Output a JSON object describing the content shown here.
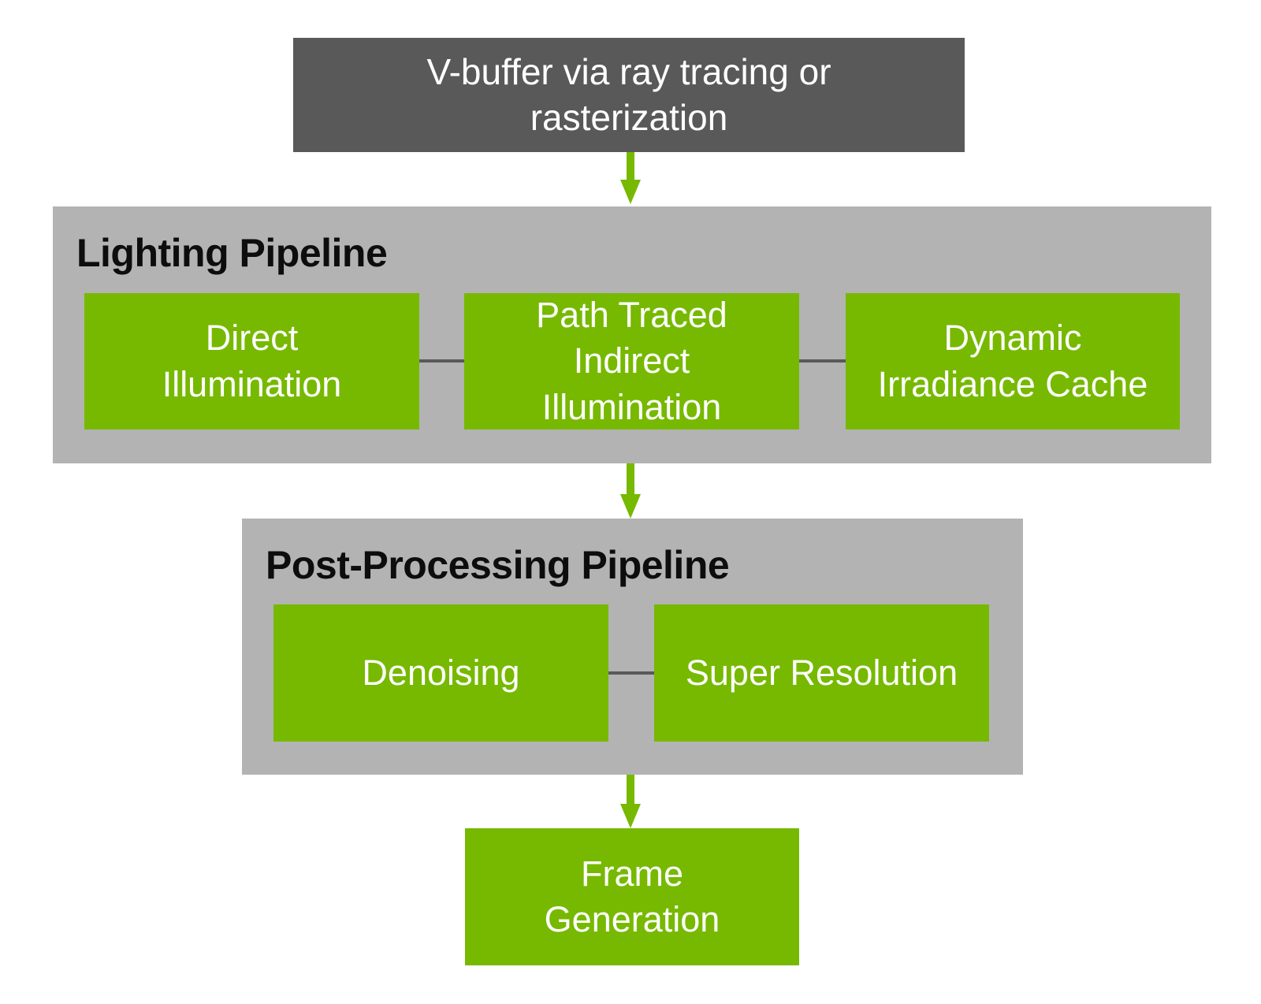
{
  "diagram": {
    "type": "flowchart",
    "flow_direction": "top-to-bottom",
    "colors": {
      "node_green": "#76b900",
      "header_dark_gray": "#595959",
      "container_gray": "#b3b3b3",
      "connector_gray": "#595959",
      "node_text": "#ffffff",
      "title_text": "#0d0d0d",
      "background": "#ffffff"
    },
    "top_node": {
      "label": "V-buffer via ray tracing or\nrasterization"
    },
    "lighting_pipeline": {
      "title": "Lighting Pipeline",
      "boxes": [
        {
          "label": "Direct\nIllumination"
        },
        {
          "label": "Path Traced\nIndirect\nIllumination"
        },
        {
          "label": "Dynamic\nIrradiance Cache"
        }
      ]
    },
    "post_processing_pipeline": {
      "title": "Post-Processing Pipeline",
      "boxes": [
        {
          "label": "Denoising"
        },
        {
          "label": "Super Resolution"
        }
      ]
    },
    "frame_generation_node": {
      "label": "Frame\nGeneration"
    },
    "edges": [
      "top_node -> lighting_pipeline",
      "lighting_pipeline -> post_processing_pipeline",
      "post_processing_pipeline -> frame_generation_node",
      "Direct Illumination -- Path Traced Indirect Illumination",
      "Path Traced Indirect Illumination -- Dynamic Irradiance Cache",
      "Denoising -- Super Resolution"
    ]
  }
}
